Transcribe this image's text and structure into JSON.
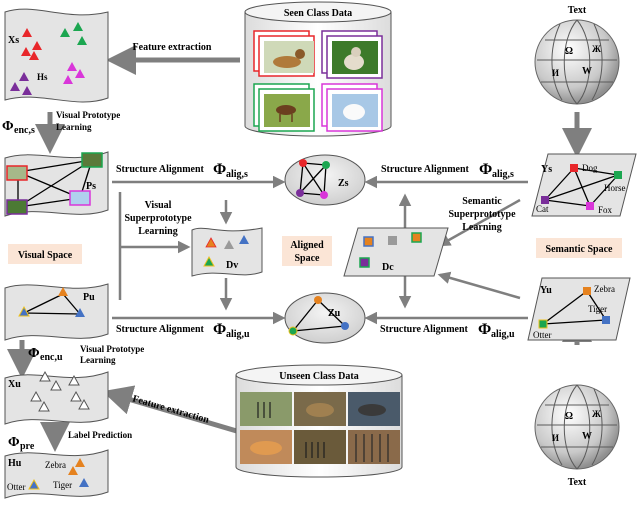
{
  "texts": {
    "seen_class_data": "Seen Class Data",
    "unseen_class_data": "Unseen Class Data",
    "feature_extraction_top": "Feature extraction",
    "feature_extraction_bottom": "Feature extraction",
    "text_top": "Text",
    "text_bottom": "Text",
    "xs": "Xs",
    "hs": "Hs",
    "ps": "Ps",
    "pu": "Pu",
    "xu": "Xu",
    "hu": "Hu",
    "zs": "Zs",
    "zu": "Zu",
    "dv": "Dv",
    "dc": "Dc",
    "ys": "Ys",
    "yu": "Yu",
    "phi_enc_s_sym": "Φ",
    "phi_enc_s_sub": "enc,s",
    "phi_enc_u_sym": "Φ",
    "phi_enc_u_sub": "enc,u",
    "phi_pre_sym": "Φ",
    "phi_pre_sub": "pre",
    "visual_prototype_learning_1": "Visual Prototype",
    "visual_prototype_learning_2": "Learning",
    "visual_prototype_learning_b1": "Visual Prototype",
    "visual_prototype_learning_b2": "Learning",
    "label_prediction": "Label Prediction",
    "visual_space": "Visual Space",
    "semantic_space": "Semantic Space",
    "aligned_space_1": "Aligned",
    "aligned_space_2": "Space",
    "visual_superprototype_1": "Visual",
    "visual_superprototype_2": "Superprototype",
    "visual_superprototype_3": "Learning",
    "semantic_superprototype_1": "Semantic",
    "semantic_superprototype_2": "Superprototype",
    "semantic_superprototype_3": "Learning",
    "structure_alignment": "Structure Alignment",
    "phi_alig_s_sub": "alig,s",
    "phi_alig_u_sub": "alig,u",
    "dog": "Dog",
    "horse": "Horse",
    "cat": "Cat",
    "fox": "Fox",
    "zebra": "Zebra",
    "tiger": "Tiger",
    "otter": "Otter",
    "hu_zebra": "Zebra",
    "hu_tiger": "Tiger",
    "hu_otter": "Otter"
  },
  "colors": {
    "panel_fill": "#e4e4e4",
    "arrow": "#7f7f7f",
    "space_label_fill": "#fbe5d6",
    "red": "#e8262a",
    "green": "#1ba650",
    "purple": "#7a2e9a",
    "blue": "#4472c4",
    "magenta": "#d936d9",
    "orange": "#e5821f",
    "yellow": "#ecc01e"
  },
  "icons": {
    "globe": "wikipedia-globe-icon",
    "photo": "photo-thumbnail-icon"
  }
}
